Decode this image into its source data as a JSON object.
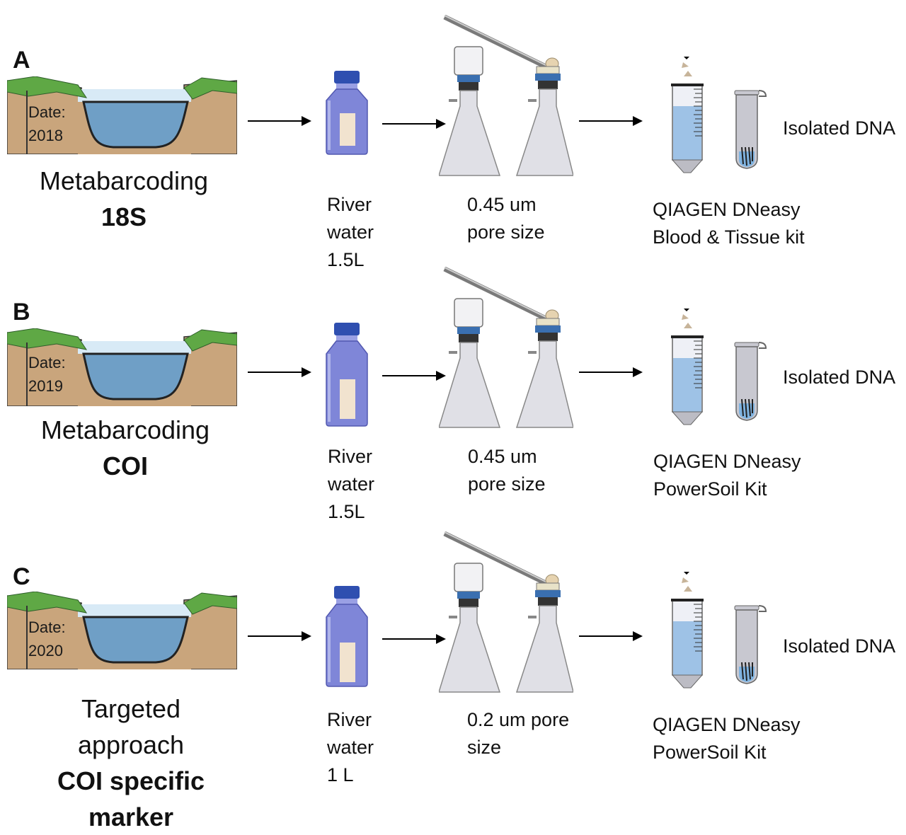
{
  "panels": [
    {
      "letter": "A",
      "date_label": "Date:",
      "date_value": "2018",
      "method_line1": "Metabarcoding",
      "method_line2": "",
      "method_bold1": "18S",
      "method_bold2": "",
      "water": "River\nwater\n1.5L",
      "filter": "0.45 um\npore size",
      "kit": "QIAGEN DNeasy\nBlood & Tissue kit",
      "result": "Isolated DNA"
    },
    {
      "letter": "B",
      "date_label": "Date:",
      "date_value": "2019",
      "method_line1": "Metabarcoding",
      "method_line2": "",
      "method_bold1": "COI",
      "method_bold2": "",
      "water": "River\nwater\n1.5L",
      "filter": "0.45 um\npore size",
      "kit": "QIAGEN DNeasy\nPowerSoil Kit",
      "result": "Isolated DNA"
    },
    {
      "letter": "C",
      "date_label": "Date:",
      "date_value": "2020",
      "method_line1": "Targeted",
      "method_line2": "approach",
      "method_bold1": "COI specific",
      "method_bold2": "marker",
      "water": "River\nwater\n1 L",
      "filter": "0.2 um pore\nsize",
      "kit": "QIAGEN DNeasy\nPowerSoil Kit",
      "result": "Isolated DNA"
    }
  ],
  "colors": {
    "soil": "#c9a57c",
    "grass": "#5fa845",
    "water": "#6f9fc6",
    "sky": "#d8eaf6",
    "bottle": "#7f86d8",
    "cap": "#2f4fb0",
    "flask": "#e0e0e6"
  }
}
